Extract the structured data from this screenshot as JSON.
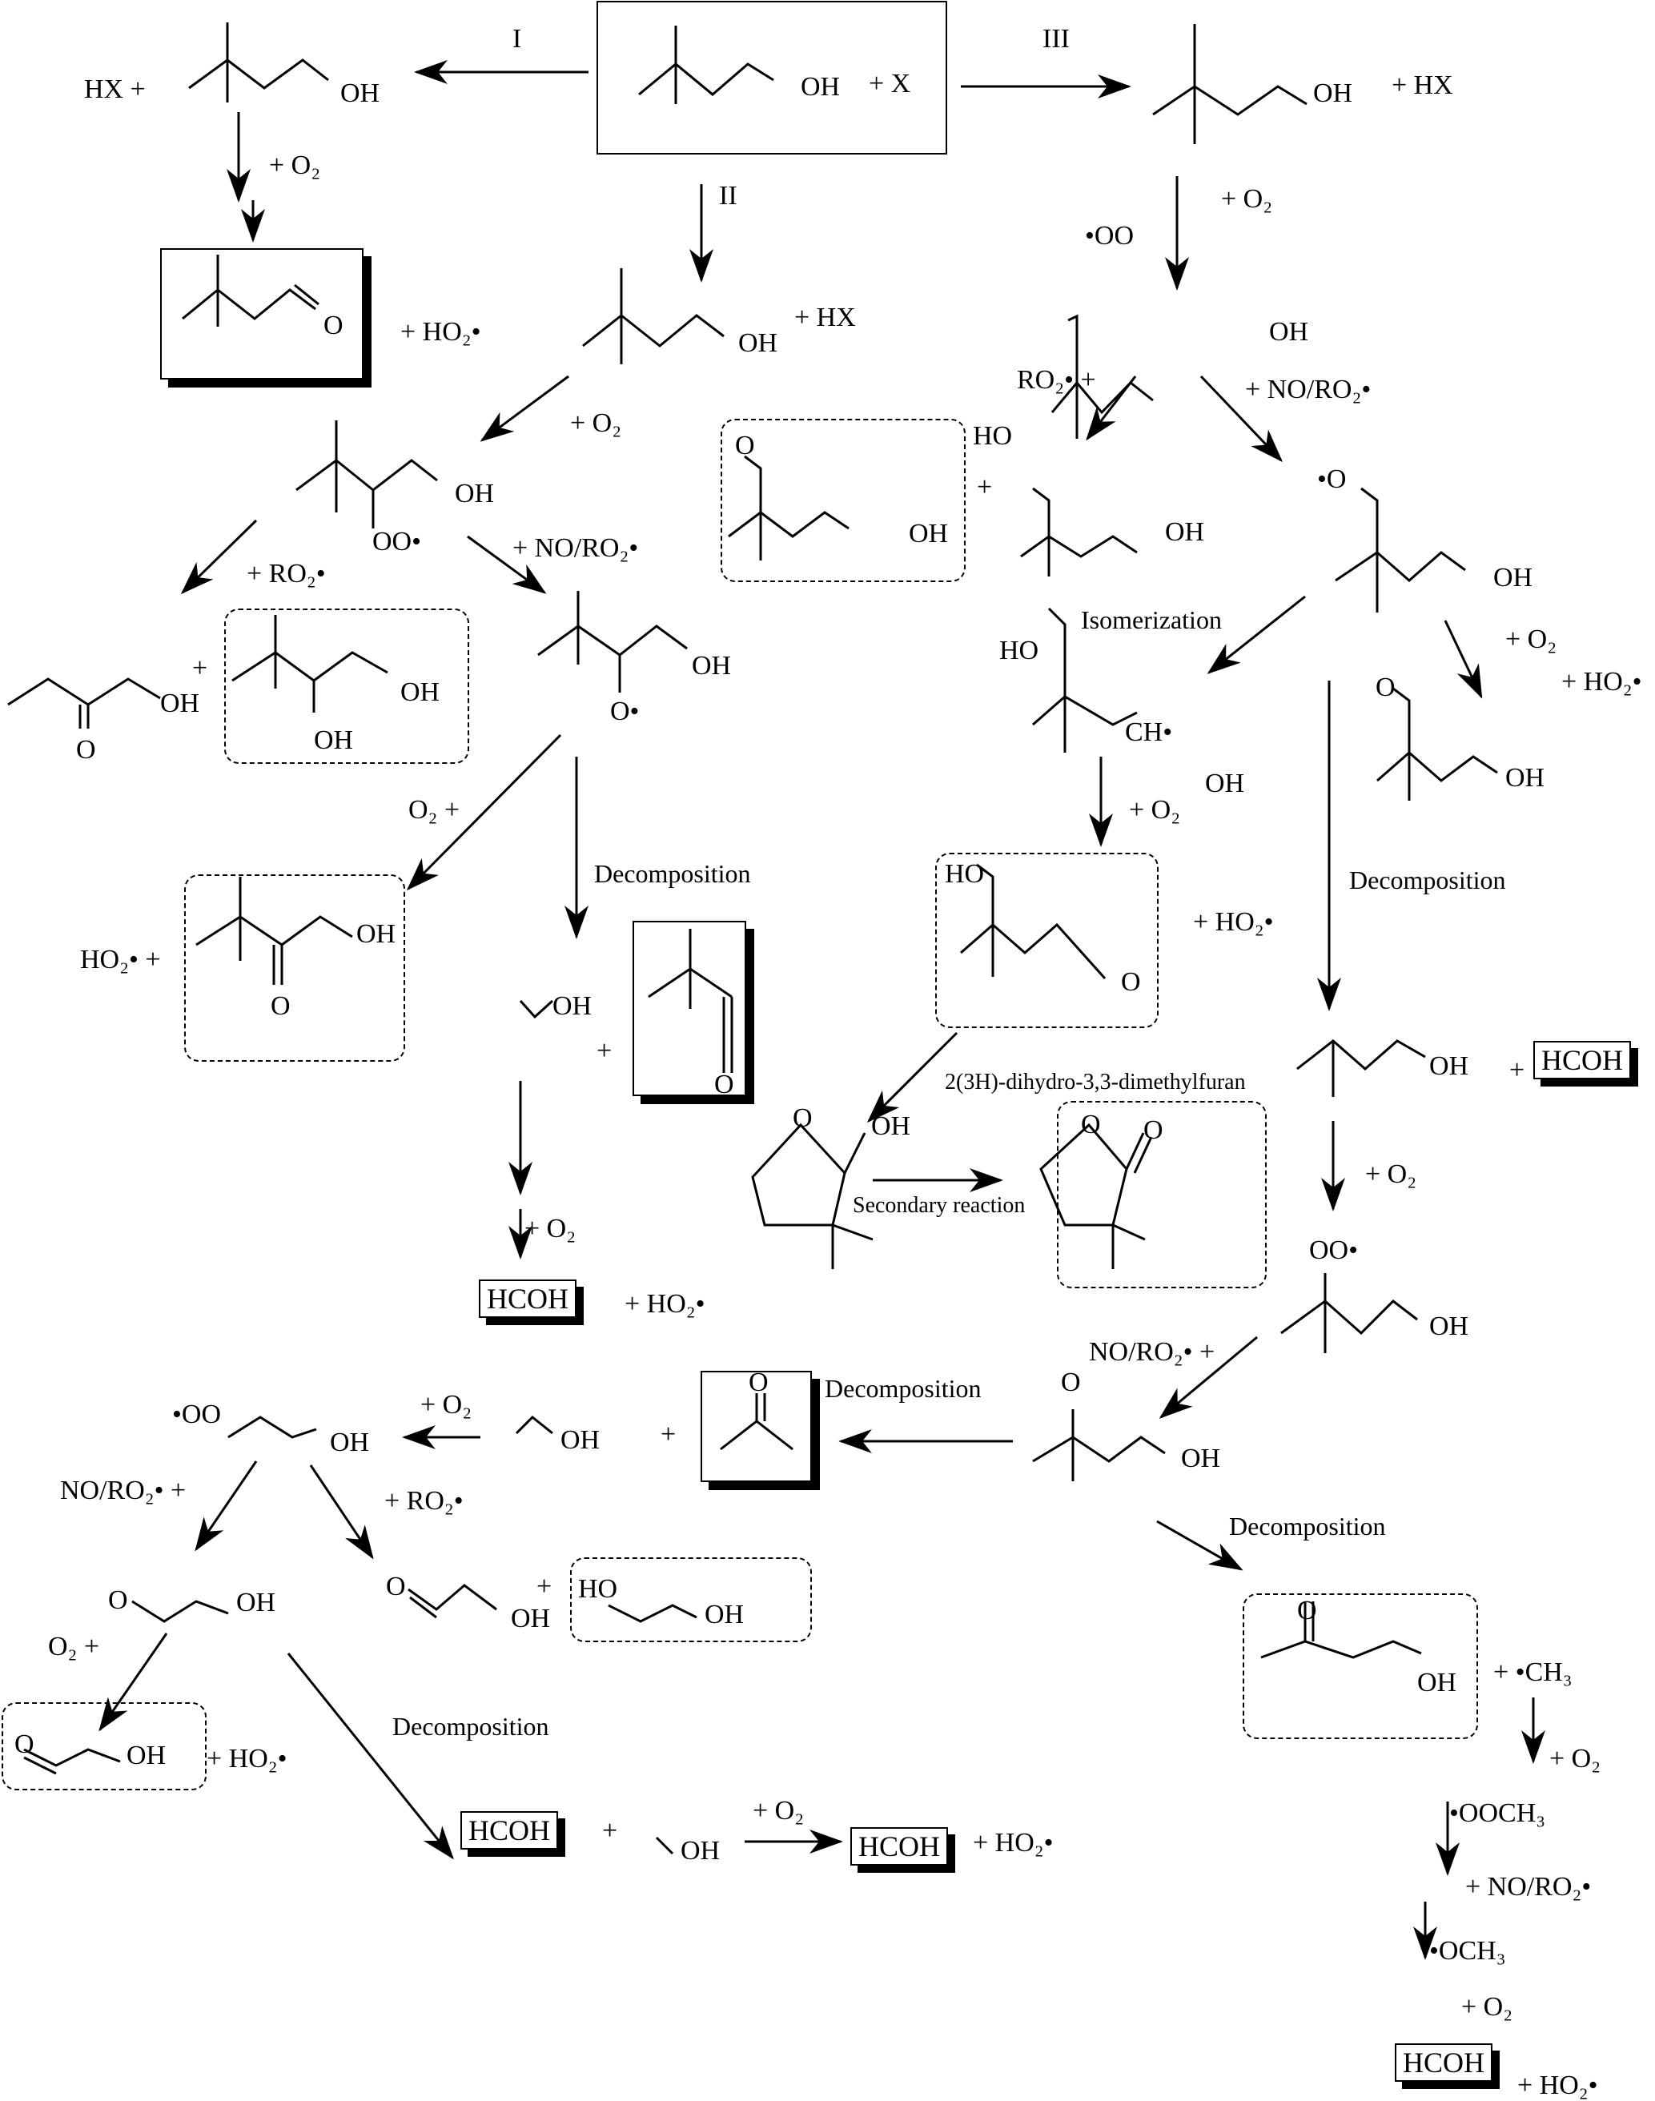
{
  "title": "Reaction mechanism of 3,3-dimethylbutanol oxidation (pathways I, II, III)",
  "pathways": {
    "I": "I",
    "II": "II",
    "III": "III"
  },
  "reagents": {
    "hx_plus": "HX +",
    "plus_x": "+ X",
    "plus_hx": "+ HX",
    "plus_o2": "+ O₂",
    "o2_plus": "O₂ +",
    "plus_ho2": "+ HO₂•",
    "ho2_plus": "HO₂• +",
    "plus_ro2": "+ RO₂•",
    "ro2_plus": "RO₂• +",
    "plus_no_ro2": "+ NO/RO₂•",
    "no_ro2_plus": "NO/RO₂• +",
    "plus": "+",
    "plus_ch3": "+ •CH₃",
    "ooch3": "•OOCH₃",
    "och3": "•OCH₃"
  },
  "atoms": {
    "oh": "OH",
    "ho": "HO",
    "o": "O",
    "oo_radical": "OO•",
    "radical_oo": "•OO",
    "radical_o": "•O",
    "o_radical": "O•",
    "ch_radical": "CH•"
  },
  "process_labels": {
    "decomposition": "Decomposition",
    "isomerization": "Isomerization",
    "secondary_reaction": "Secondary reaction",
    "furan_name": "2(3H)-dihydro-3,3-dimethylfuran"
  },
  "products": {
    "formaldehyde": "HCOH"
  }
}
